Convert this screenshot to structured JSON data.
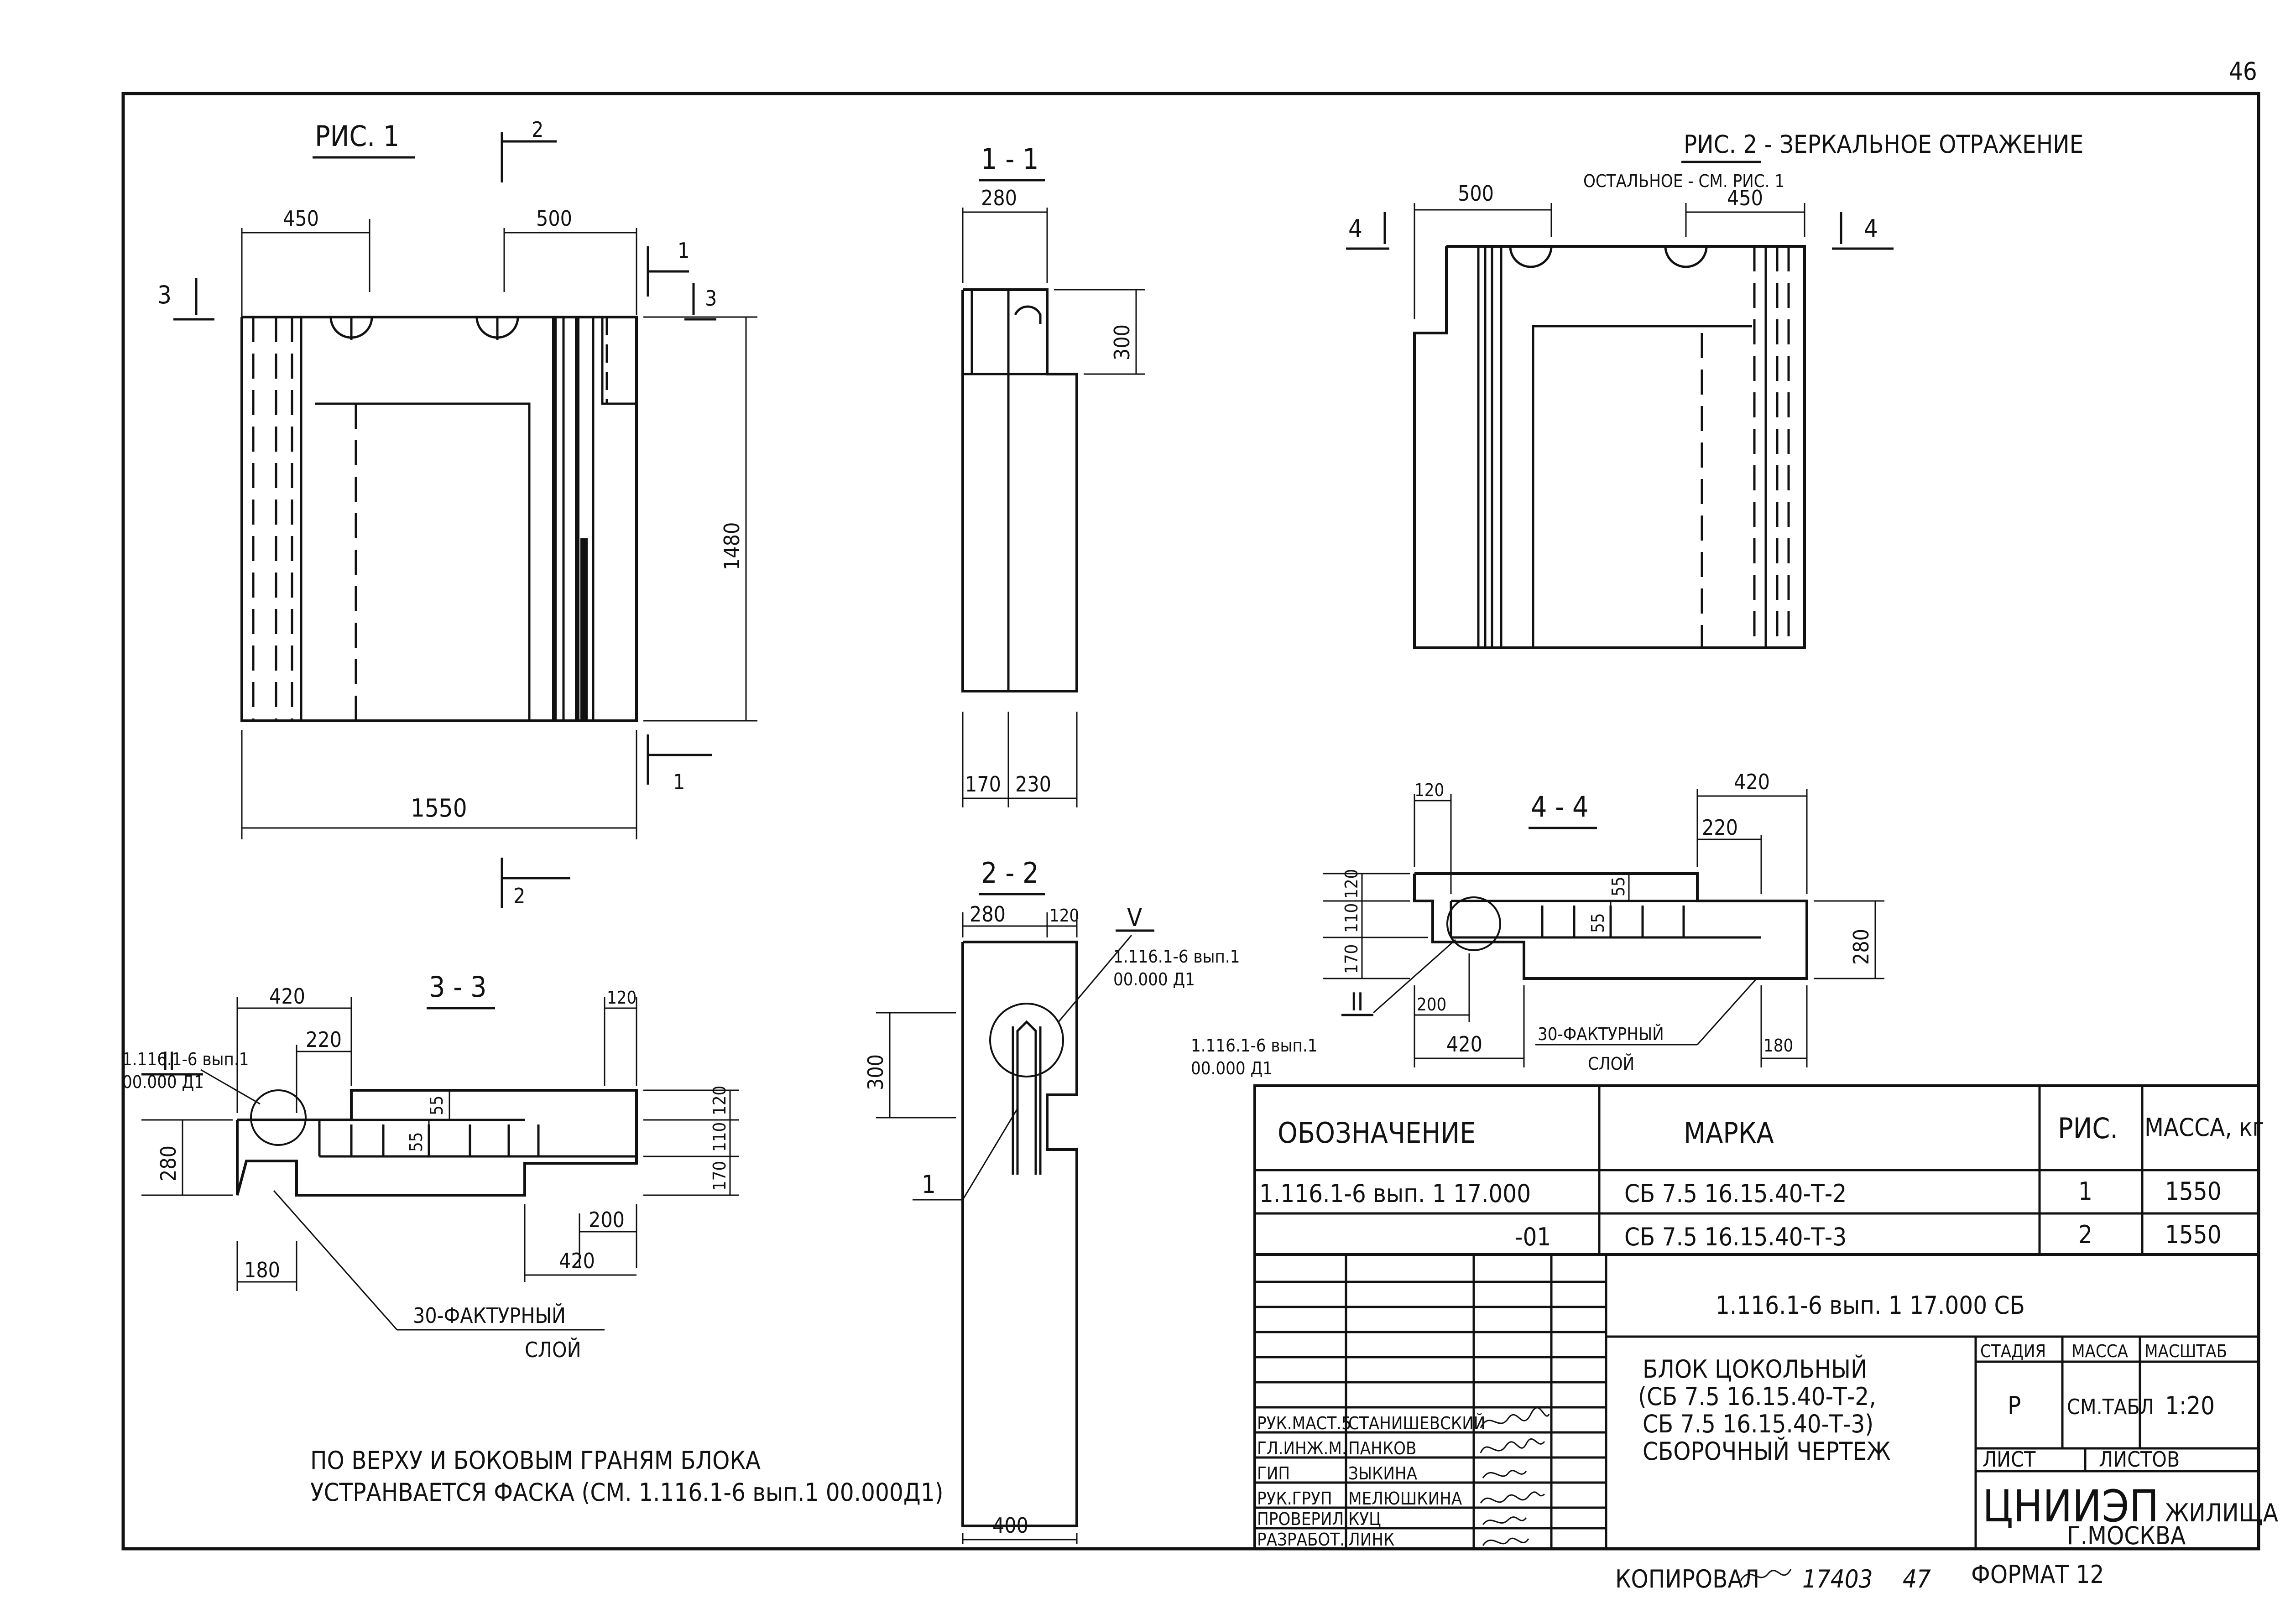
{
  "sheet": {
    "page_number": "46",
    "bottom_copy": "КОПИРОВАЛ",
    "bottom_code": "17403",
    "bottom_num": "47",
    "format": "ФОРМАТ 12"
  },
  "fig1": {
    "title": "РИС. 1",
    "cut_2": "2",
    "cut_3": "3",
    "cut_1": "1",
    "dim_450": "450",
    "dim_500": "500",
    "dim_1480": "1480",
    "dim_1550": "1550"
  },
  "sec11": {
    "title": "1 - 1",
    "dim_280": "280",
    "dim_300": "300",
    "dim_170": "170",
    "dim_230": "230"
  },
  "fig2": {
    "title": "РИС. 2 - ЗЕРКАЛЬНОЕ ОТРАЖЕНИЕ",
    "subtitle": "ОСТАЛЬНОЕ - СМ. РИС. 1",
    "cut_4": "4",
    "dim_500": "500",
    "dim_450": "450"
  },
  "sec33": {
    "title": "3 - 3",
    "dim_420_top": "420",
    "dim_220": "220",
    "dim_120": "120",
    "dim_55a": "55",
    "dim_55b": "55",
    "dim_280": "280",
    "dim_120v": "120",
    "dim_110": "110",
    "dim_170": "170",
    "dim_200": "200",
    "dim_420_bot": "420",
    "dim_180": "180",
    "node_mark": "II",
    "node_ref_1": "1.116.1-6 вып.1",
    "node_ref_2": "00.000 Д1",
    "layer_1": "30-ФАКТУРНЫЙ",
    "layer_2": "СЛОЙ"
  },
  "sec22": {
    "title": "2 - 2",
    "dim_280": "280",
    "dim_120": "120",
    "dim_300": "300",
    "dim_400": "400",
    "leader_1": "1",
    "node_mark": "V",
    "node_ref_1": "1.116.1-6 вып.1",
    "node_ref_2": "00.000 Д1"
  },
  "sec44": {
    "title": "4 - 4",
    "dim_120": "120",
    "dim_420_top": "420",
    "dim_220": "220",
    "dim_55a": "55",
    "dim_55b": "55",
    "dim_120v": "120",
    "dim_110": "110",
    "dim_170": "170",
    "dim_280": "280",
    "dim_200": "200",
    "dim_420_bot": "420",
    "dim_180": "180",
    "node_mark": "II",
    "node_ref_1": "1.116.1-6 вып.1",
    "node_ref_2": "00.000 Д1",
    "layer_1": "30-ФАКТУРНЫЙ",
    "layer_2": "СЛОЙ"
  },
  "note": {
    "line1": "ПО ВЕРХУ И БОКОВЫМ ГРАНЯМ БЛОКА",
    "line2": "УСТРАНВАЕТСЯ ФАСКА (СМ. 1.116.1-6 вып.1 00.000Д1)"
  },
  "spec": {
    "headers": [
      "ОБОЗНАЧЕНИЕ",
      "МАРКА",
      "РИС.",
      "МАССА, кг"
    ],
    "rows": [
      [
        "1.116.1-6 вып. 1 17.000",
        "СБ 7.5 16.15.40-Т-2",
        "1",
        "1550"
      ],
      [
        "-01",
        "СБ 7.5 16.15.40-Т-3",
        "2",
        "1550"
      ]
    ]
  },
  "title_block": {
    "code": "1.116.1-6 вып. 1   17.000 СБ",
    "name_1": "БЛОК ЦОКОЛЬНЫЙ",
    "name_2": "(СБ 7.5 16.15.40-Т-2,",
    "name_3": "СБ 7.5 16.15.40-Т-3)",
    "name_4": "СБОРОЧНЫЙ ЧЕРТЕЖ",
    "stage_label": "СТАДИЯ",
    "mass_label": "МАССА",
    "scale_label": "МАСШТАБ",
    "stage": "Р",
    "mass": "СМ.ТАБЛ",
    "scale": "1:20",
    "sheet_label": "ЛИСТ",
    "sheets_label": "ЛИСТОВ",
    "org_1": "ЦНИИЭП",
    "org_2": "ЖИЛИЩА",
    "org_3": "Г.МОСКВА",
    "signers": [
      {
        "role": "РУК.МАСТ.5",
        "name": "СТАНИШЕВСКИЙ"
      },
      {
        "role": "ГЛ.ИНЖ.М.",
        "name": "ПАНКОВ"
      },
      {
        "role": "ГИП",
        "name": "ЗЫКИНА"
      },
      {
        "role": "РУК.ГРУП",
        "name": "МЕЛЮШКИНА"
      },
      {
        "role": "ПРОВЕРИЛ",
        "name": "КУЦ"
      },
      {
        "role": "РАЗРАБОТ.",
        "name": "ЛИНК"
      }
    ]
  }
}
